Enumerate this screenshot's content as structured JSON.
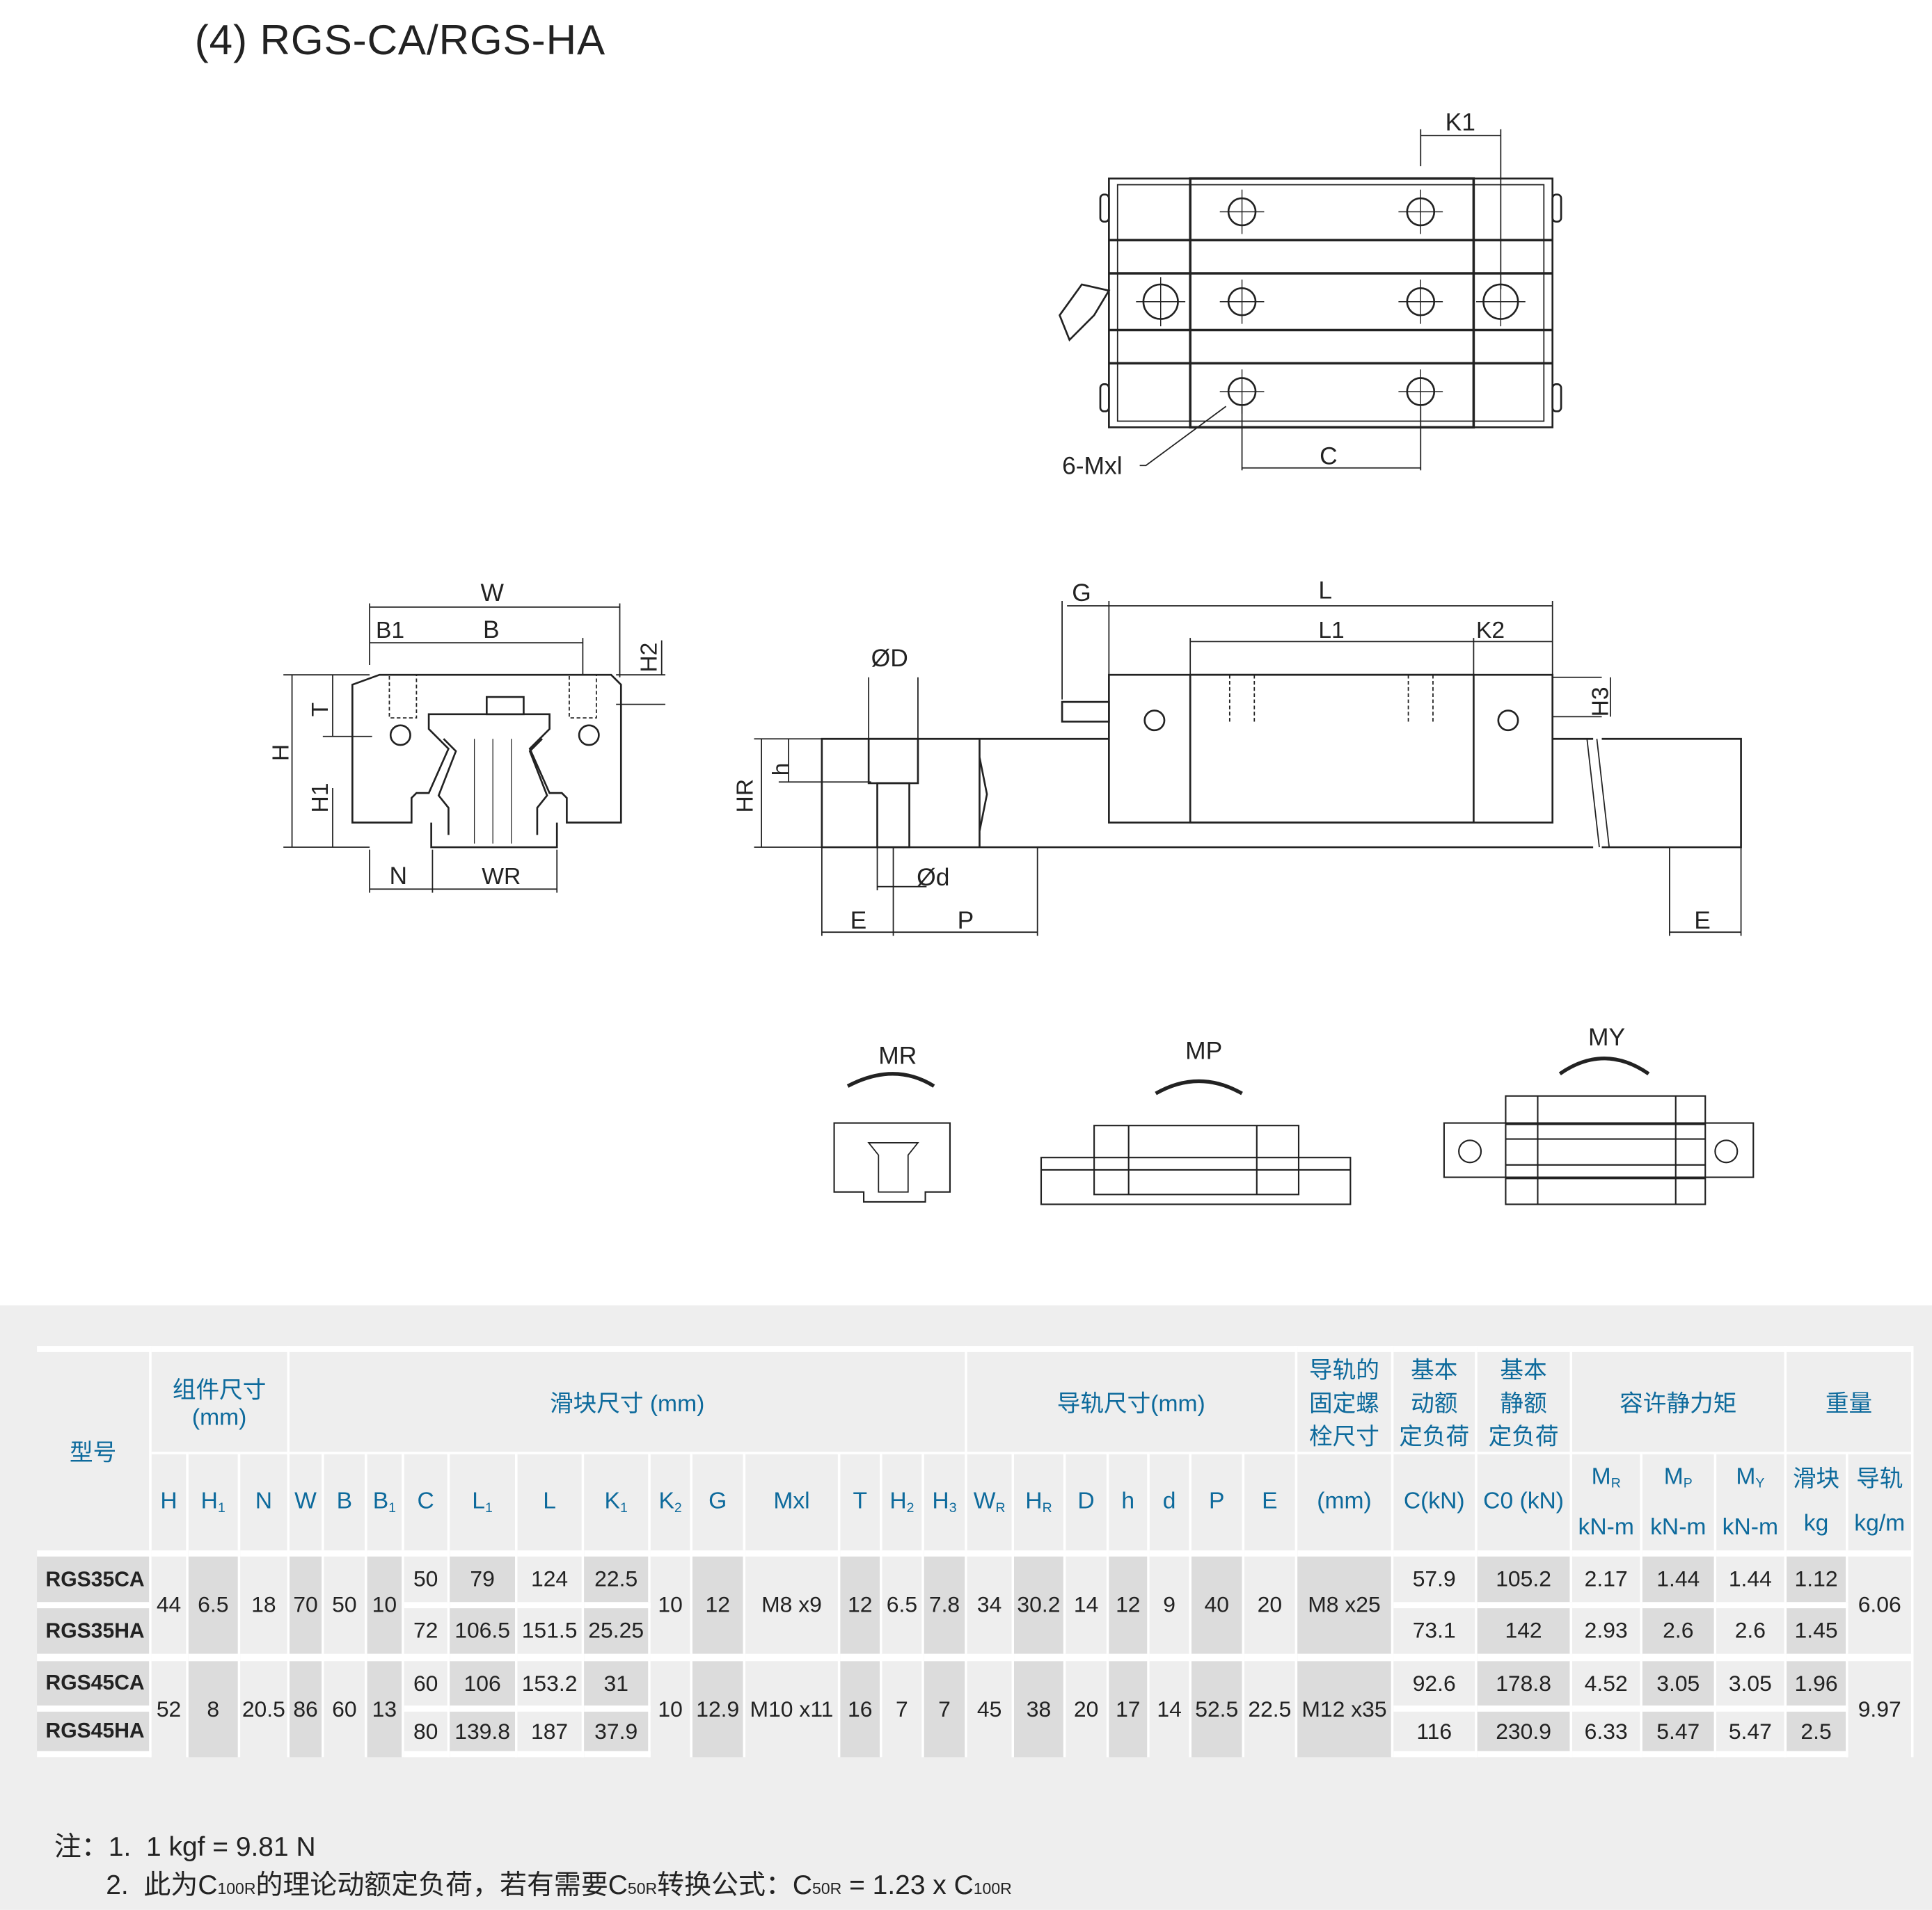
{
  "title": "(4) RGS-CA/RGS-HA",
  "drawing_labels": {
    "top_view": {
      "k1": "K1",
      "c": "C",
      "mxl": "6-Mxl"
    },
    "front_view": {
      "w": "W",
      "b1": "B1",
      "b": "B",
      "h2": "H2",
      "t": "T",
      "h": "H",
      "h1": "H1",
      "n": "N",
      "wr": "WR"
    },
    "side_view": {
      "g": "G",
      "l": "L",
      "l1": "L1",
      "k2": "K2",
      "od": "ØD",
      "h_small": "h",
      "hr": "HR",
      "h3": "H3",
      "d_small": "Ød",
      "e_left": "E",
      "p": "P",
      "e_right": "E"
    },
    "moments": {
      "mr": "MR",
      "mp": "MP",
      "my": "MY"
    }
  },
  "table": {
    "headers": {
      "model": "型号",
      "assembly": "组件尺寸\n(mm)",
      "block": "滑块尺寸 (mm)",
      "rail": "导轨尺寸(mm)",
      "bolt": "导轨的\n固定螺\n栓尺寸",
      "dynamic": "基本\n动额\n定负荷",
      "static": "基本\n静额\n定负荷",
      "moment": "容许静力矩",
      "weight": "重量",
      "weight_block": "滑块",
      "weight_rail": "导轨"
    },
    "columns": [
      "H",
      "H1",
      "N",
      "W",
      "B",
      "B1",
      "C",
      "L1",
      "L",
      "K1",
      "K2",
      "G",
      "Mxl",
      "T",
      "H2",
      "H3",
      "WR",
      "HR",
      "D",
      "h",
      "d",
      "P",
      "E",
      "(mm)",
      "C(kN)",
      "C0 (kN)",
      "MR",
      "MP",
      "MY",
      "kg",
      "kg/m"
    ],
    "moment_unit": "kN-m",
    "groups": [
      {
        "H": "44",
        "H1": "6.5",
        "N": "18",
        "W": "70",
        "B": "50",
        "B1": "10",
        "K2": "10",
        "G": "12",
        "Mxl": "M8 x9",
        "T": "12",
        "H2": "6.5",
        "H3": "7.8",
        "WR": "34",
        "HR": "30.2",
        "D": "14",
        "h": "12",
        "d": "9",
        "P": "40",
        "E": "20",
        "bolt": "M8 x25",
        "rail_kg": "6.06",
        "rows": [
          {
            "model": "RGS35CA",
            "C": "50",
            "L1": "79",
            "L": "124",
            "K1": "22.5",
            "Cdyn": "57.9",
            "C0": "105.2",
            "MR": "2.17",
            "MP": "1.44",
            "MY": "1.44",
            "kg": "1.12"
          },
          {
            "model": "RGS35HA",
            "C": "72",
            "L1": "106.5",
            "L": "151.5",
            "K1": "25.25",
            "Cdyn": "73.1",
            "C0": "142",
            "MR": "2.93",
            "MP": "2.6",
            "MY": "2.6",
            "kg": "1.45"
          }
        ]
      },
      {
        "H": "52",
        "H1": "8",
        "N": "20.5",
        "W": "86",
        "B": "60",
        "B1": "13",
        "K2": "10",
        "G": "12.9",
        "Mxl": "M10 x11",
        "T": "16",
        "H2": "7",
        "H3": "7",
        "WR": "45",
        "HR": "38",
        "D": "20",
        "h": "17",
        "d": "14",
        "P": "52.5",
        "E": "22.5",
        "bolt": "M12 x35",
        "rail_kg": "9.97",
        "rows": [
          {
            "model": "RGS45CA",
            "C": "60",
            "L1": "106",
            "L": "153.2",
            "K1": "31",
            "Cdyn": "92.6",
            "C0": "178.8",
            "MR": "4.52",
            "MP": "3.05",
            "MY": "3.05",
            "kg": "1.96"
          },
          {
            "model": "RGS45HA",
            "C": "80",
            "L1": "139.8",
            "L": "187",
            "K1": "37.9",
            "Cdyn": "116",
            "C0": "230.9",
            "MR": "6.33",
            "MP": "5.47",
            "MY": "5.47",
            "kg": "2.5"
          }
        ]
      }
    ]
  },
  "notes": {
    "prefix": "注：",
    "n1_num": "1.",
    "n1": "1 kgf = 9.81 N",
    "n2_num": "2.",
    "n2_a": "此为C",
    "n2_sub1": "100R",
    "n2_b": "的理论动额定负荷，若有需要C",
    "n2_sub2": "50R",
    "n2_c": "转换公式：C",
    "n2_sub3": "50R",
    "n2_d": " = 1.23 x C",
    "n2_sub4": "100R"
  }
}
